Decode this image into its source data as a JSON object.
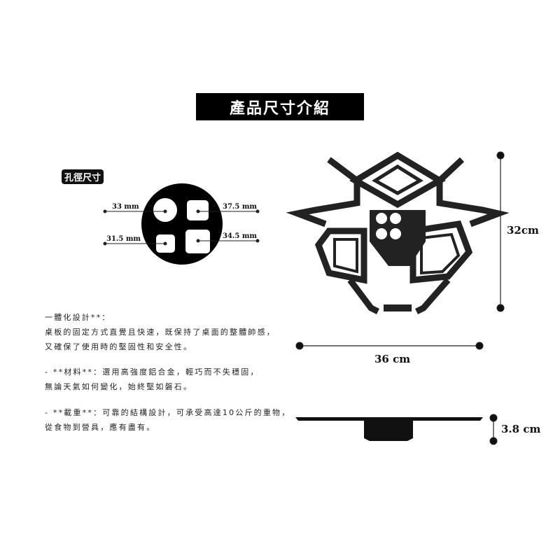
{
  "title": "產品尺寸介紹",
  "hole_section": {
    "label": "孔徑尺寸",
    "holes": [
      {
        "shape": "circle",
        "size": "33 mm"
      },
      {
        "shape": "rounded-square",
        "size": "37.5 mm"
      },
      {
        "shape": "rounded-square",
        "size": "31.5 mm"
      },
      {
        "shape": "rounded-square",
        "size": "34.5 mm"
      }
    ]
  },
  "description": [
    "一體化設計**：",
    "桌板的固定方式直覺且快速，既保持了桌面的整體帥感，",
    "又確保了使用時的堅固性和安全性。",
    "- **材料**：選用高強度鋁合金，輕巧而不失穩固，",
    "無論天氣如何變化，始終堅如磐石。",
    "- **載重**：可靠的結構設計，可承受高達10公斤的重物，",
    "從食物到營具，應有盡有。"
  ],
  "dimensions": {
    "height": "32cm",
    "width": "36 cm",
    "thickness": "3.8 cm"
  },
  "colors": {
    "primary": "#000000",
    "background": "#ffffff"
  }
}
